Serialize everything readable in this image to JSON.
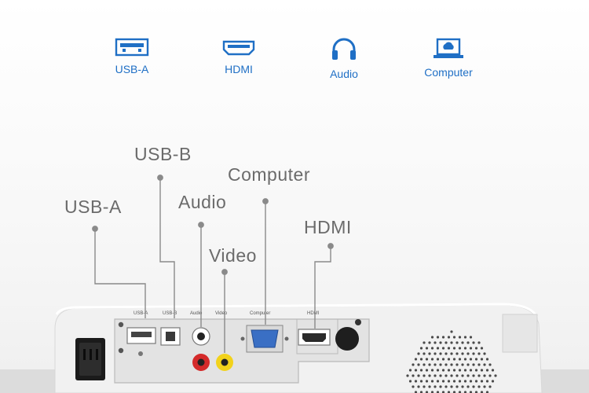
{
  "feature_icons": [
    {
      "label": "USB-A",
      "icon": "usb-a-icon"
    },
    {
      "label": "HDMI",
      "icon": "hdmi-icon"
    },
    {
      "label": "Audio",
      "icon": "headphones-icon"
    },
    {
      "label": "Computer",
      "icon": "laptop-icon"
    }
  ],
  "callouts": {
    "usb_b": "USB-B",
    "usb_a": "USB-A",
    "computer": "Computer",
    "audio": "Audio",
    "hdmi": "HDMI",
    "video": "Video"
  },
  "panel_labels": {
    "usb_a": "USB-A",
    "usb_b": "USB-B",
    "audio": "Audio",
    "video": "Video",
    "computer": "Computer",
    "hdmi": "HDMI"
  },
  "colors": {
    "accent_blue": "#1f6fc5",
    "label_gray": "#6b6b6b",
    "leader_gray": "#8a8a8a",
    "jack_red": "#d42a2a",
    "jack_yellow": "#f2d21b",
    "vga_blue": "#3a6fc4"
  }
}
